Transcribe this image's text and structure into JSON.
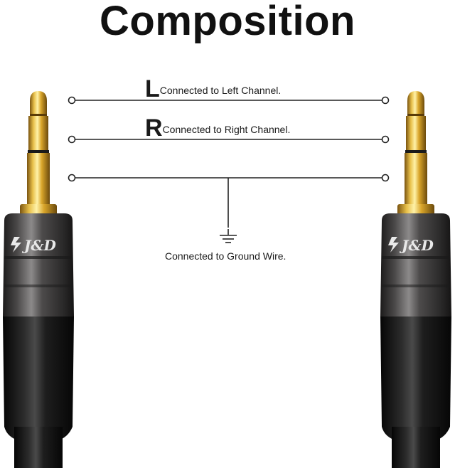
{
  "title": "Composition",
  "lines": [
    {
      "letter": "L",
      "text": "Connected to Left Channel."
    },
    {
      "letter": "R",
      "text": "Connected to Right Channel."
    }
  ],
  "ground": {
    "text": "Connected to Ground Wire."
  },
  "brand": "J&D",
  "colors": {
    "gold": "#d4a52a",
    "housing": "#3a3838",
    "cable": "#161616",
    "line": "#222222"
  }
}
